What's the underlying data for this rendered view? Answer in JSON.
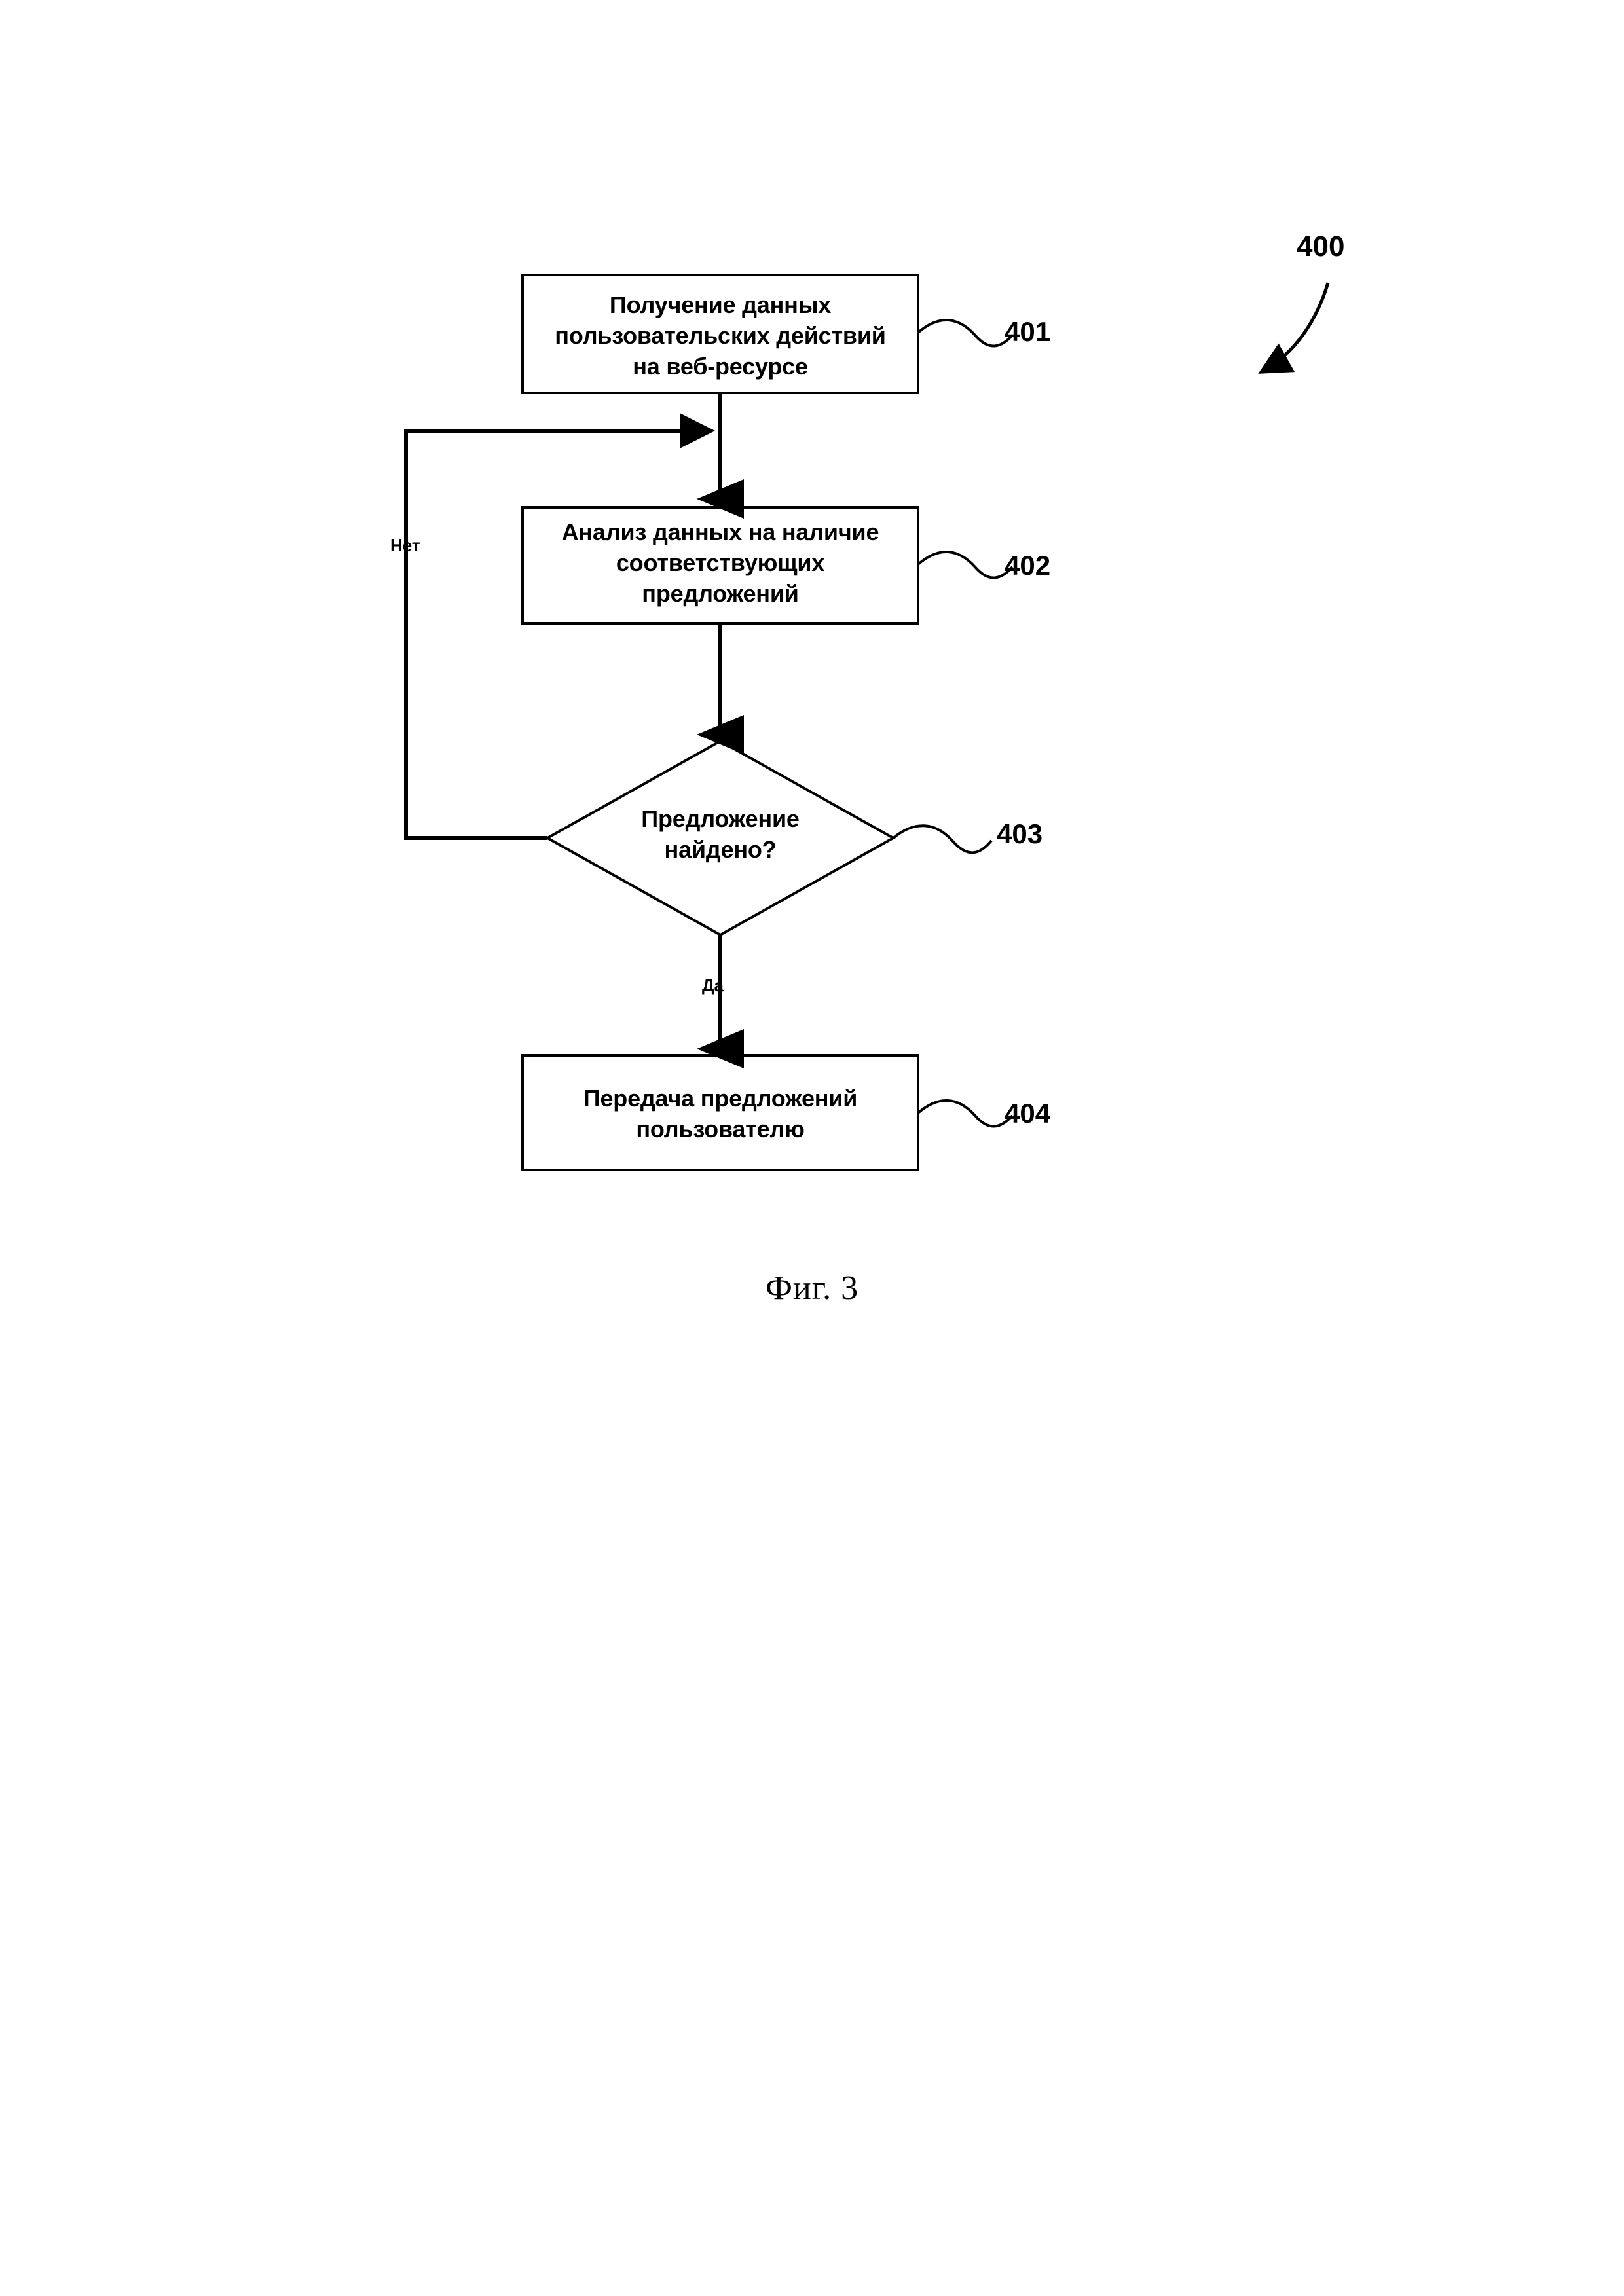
{
  "figure": {
    "caption": "Фиг. 3",
    "overall_ref": "400"
  },
  "nodes": [
    {
      "id": "401",
      "shape": "process",
      "ref": "401",
      "text": "Получение данных\nпользовательских действий\nна веб-ресурсе"
    },
    {
      "id": "402",
      "shape": "process",
      "ref": "402",
      "text": "Анализ данных на наличие\nсоответствующих\nпредложений"
    },
    {
      "id": "403",
      "shape": "decision",
      "ref": "403",
      "text": "Предложение\nнайдено?"
    },
    {
      "id": "404",
      "shape": "process",
      "ref": "404",
      "text": "Передача предложений\nпользователю"
    }
  ],
  "edges": {
    "no_label": "Нет",
    "yes_label": "Да"
  },
  "colors": {
    "stroke": "#000000",
    "background": "#ffffff",
    "text": "#000000"
  }
}
